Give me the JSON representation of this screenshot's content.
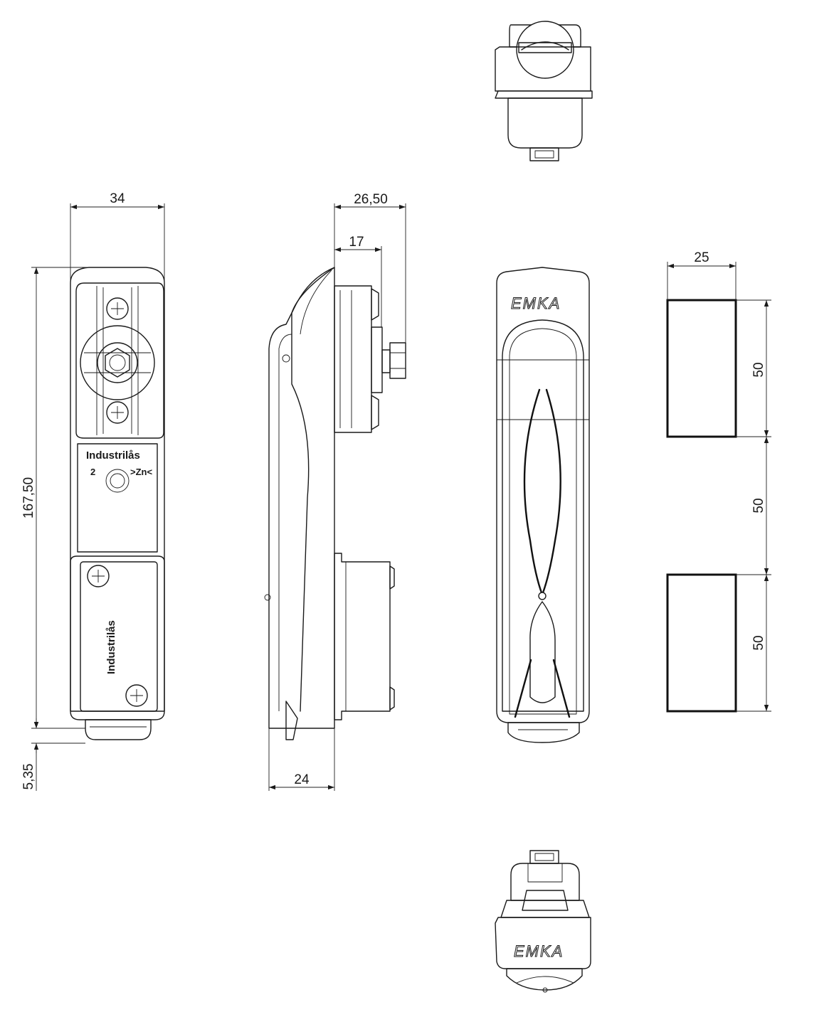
{
  "dimensions": {
    "front_width": "34",
    "front_height": "167,50",
    "front_bottom_offset": "5,35",
    "side_depth_total": "26,50",
    "side_depth_inner": "17",
    "side_base_width": "24",
    "cutout_width": "25",
    "cutout_height_top": "50",
    "cutout_spacing": "50",
    "cutout_height_bottom": "50"
  },
  "markings": {
    "brand_label": "Industrilås",
    "batch_number": "2",
    "material_mark": ">Zn<",
    "handle_logo": "EMKA"
  },
  "colors": {
    "line": "#1a1a1a",
    "background": "#ffffff"
  }
}
